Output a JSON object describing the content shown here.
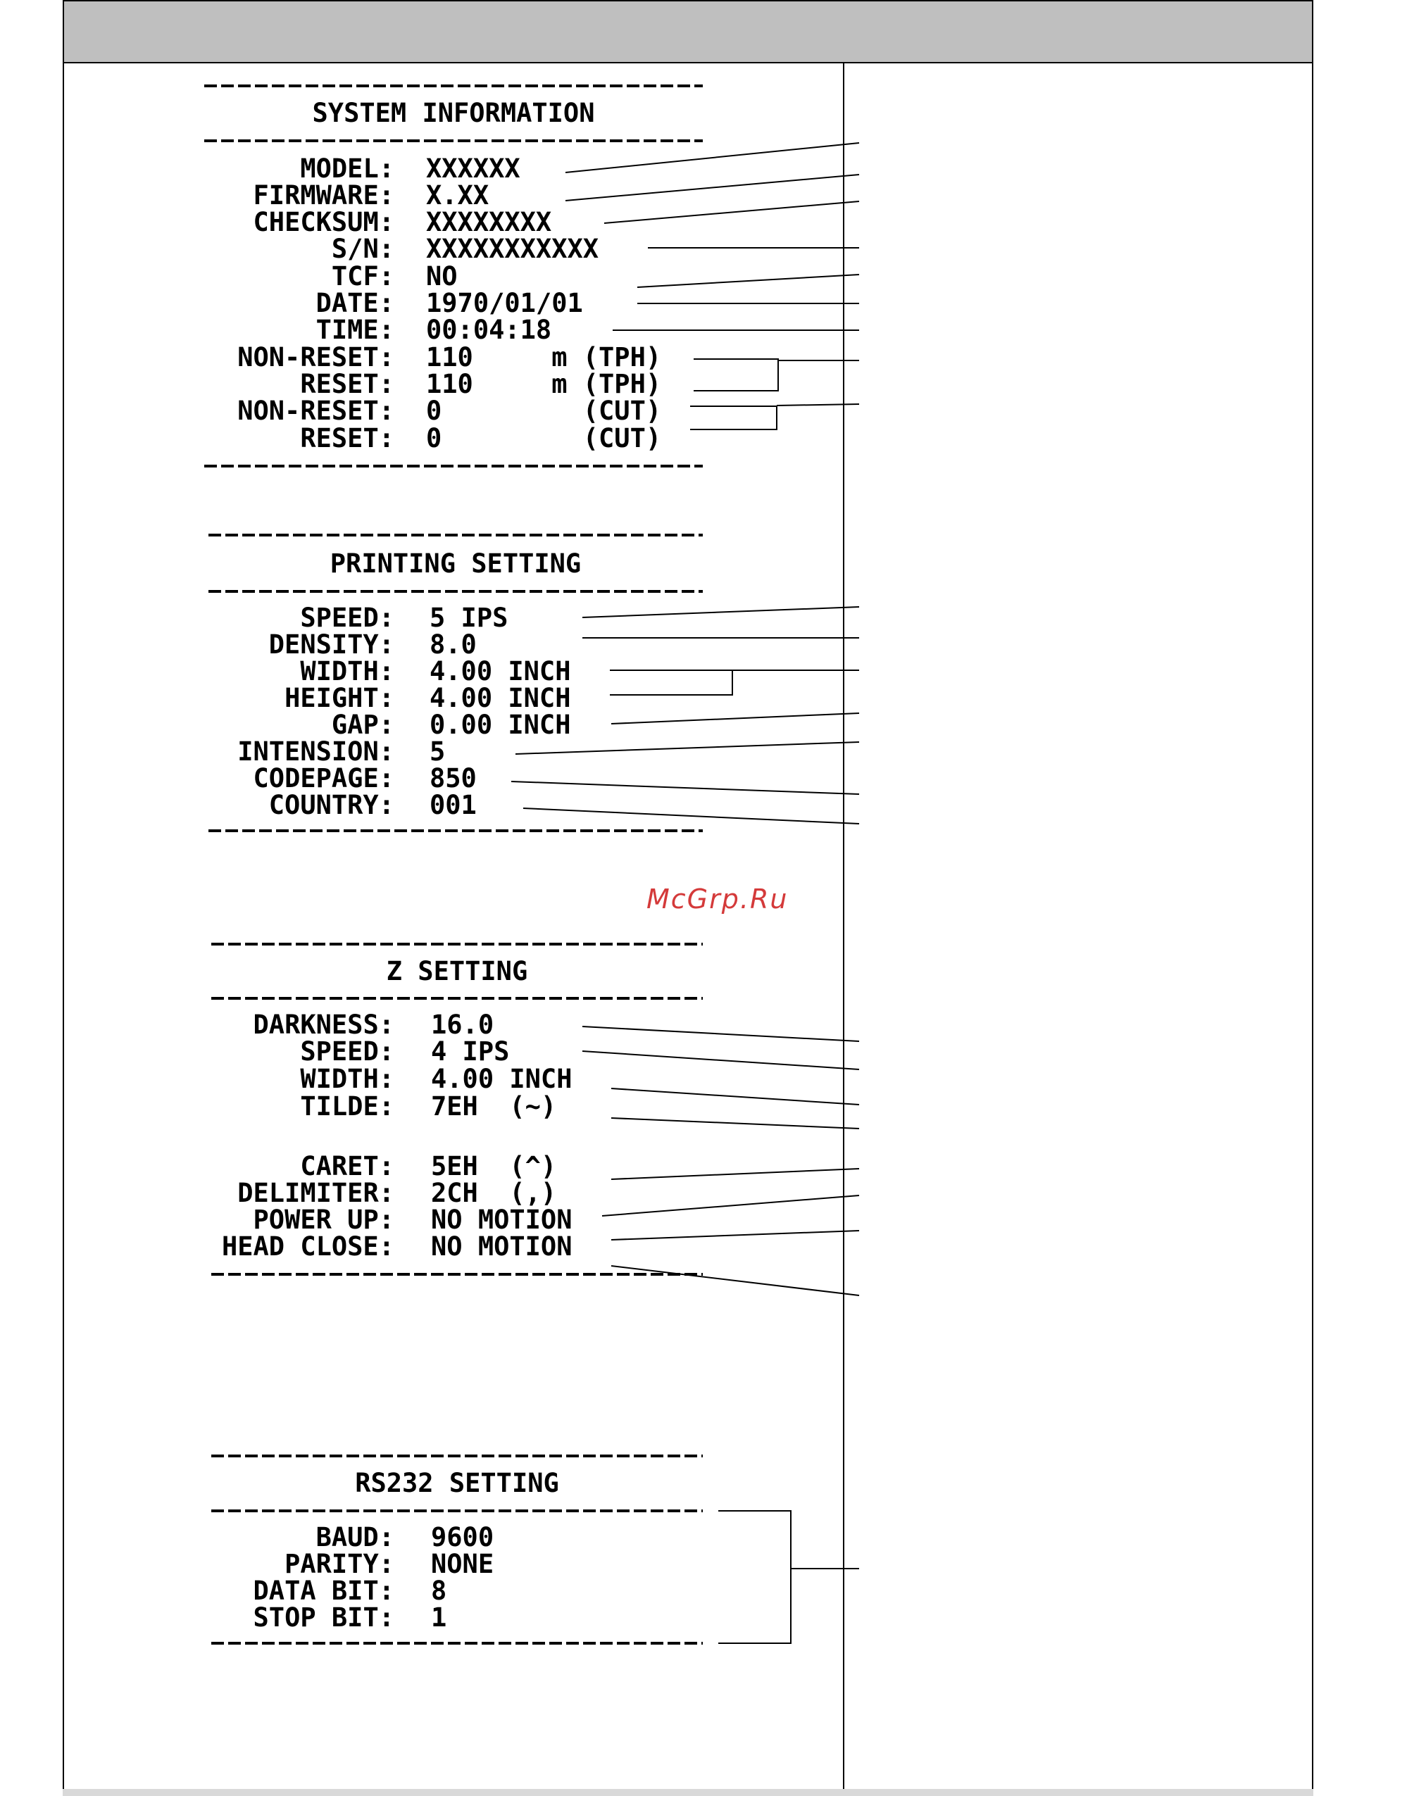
{
  "watermark": "McGrp.Ru",
  "sections": {
    "system": {
      "title": "SYSTEM INFORMATION",
      "rows": [
        {
          "label": "MODEL:",
          "value": "XXXXXX"
        },
        {
          "label": "FIRMWARE:",
          "value": "X.XX"
        },
        {
          "label": "CHECKSUM:",
          "value": "XXXXXXXX"
        },
        {
          "label": "S/N:",
          "value": "XXXXXXXXXXX"
        },
        {
          "label": "TCF:",
          "value": "NO"
        },
        {
          "label": "DATE:",
          "value": "1970/01/01"
        },
        {
          "label": "TIME:",
          "value": "00:04:18"
        },
        {
          "label": "NON-RESET:",
          "value": "110     m (TPH)"
        },
        {
          "label": "RESET:",
          "value": "110     m (TPH)"
        },
        {
          "label": "NON-RESET:",
          "value": "0         (CUT)"
        },
        {
          "label": "RESET:",
          "value": "0         (CUT)"
        }
      ]
    },
    "printing": {
      "title": "PRINTING SETTING",
      "rows": [
        {
          "label": "SPEED:",
          "value": "5 IPS"
        },
        {
          "label": "DENSITY:",
          "value": "8.0"
        },
        {
          "label": "WIDTH:",
          "value": "4.00 INCH"
        },
        {
          "label": "HEIGHT:",
          "value": "4.00 INCH"
        },
        {
          "label": "GAP:",
          "value": "0.00 INCH"
        },
        {
          "label": "INTENSION:",
          "value": "5"
        },
        {
          "label": "CODEPAGE:",
          "value": "850"
        },
        {
          "label": "COUNTRY:",
          "value": "001"
        }
      ]
    },
    "z": {
      "title": "Z SETTING",
      "rows": [
        {
          "label": "DARKNESS:",
          "value": "16.0"
        },
        {
          "label": "SPEED:",
          "value": "4 IPS"
        },
        {
          "label": "WIDTH:",
          "value": "4.00 INCH"
        },
        {
          "label": "TILDE:",
          "value": "7EH  (~)"
        },
        {
          "label": "CARET:",
          "value": "5EH  (^)"
        },
        {
          "label": "DELIMITER:",
          "value": "2CH  (,)"
        },
        {
          "label": "POWER UP:",
          "value": "NO MOTION"
        },
        {
          "label": "HEAD CLOSE:",
          "value": "NO MOTION"
        }
      ]
    },
    "rs232": {
      "title": "RS232 SETTING",
      "rows": [
        {
          "label": "BAUD:",
          "value": "9600"
        },
        {
          "label": "PARITY:",
          "value": "NONE"
        },
        {
          "label": "DATA BIT:",
          "value": "8"
        },
        {
          "label": "STOP BIT:",
          "value": "1"
        }
      ]
    }
  }
}
